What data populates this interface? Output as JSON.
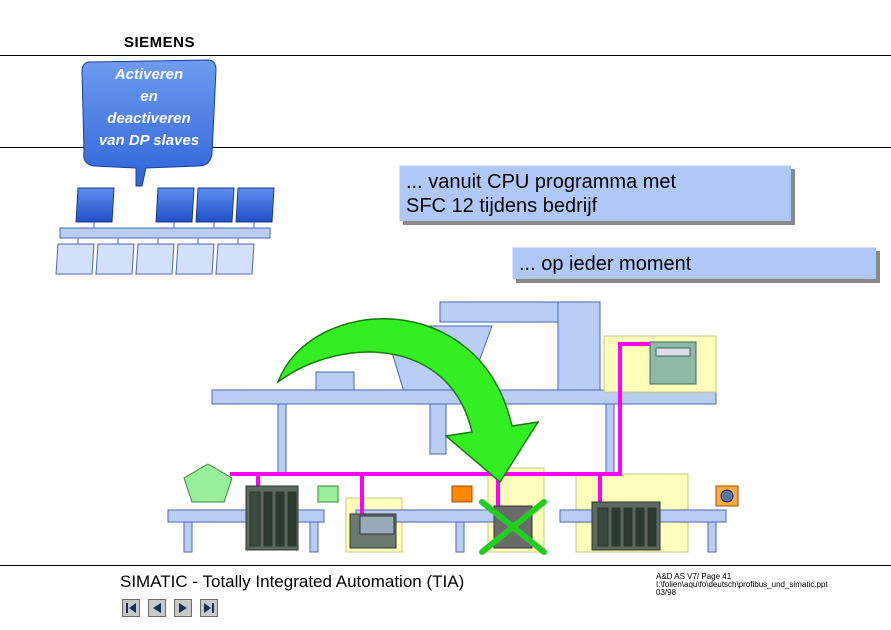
{
  "header": {
    "logo": "SIEMENS"
  },
  "bubble": {
    "lines": [
      "Activeren",
      "en",
      "deactiveren",
      "van DP slaves"
    ]
  },
  "callouts": {
    "first": [
      "... vanuit CPU programma met",
      "SFC 12 tijdens bedrijf"
    ],
    "second": "... op ieder moment"
  },
  "footer": {
    "title": "SIMATIC - Totally Integrated Automation (TIA)",
    "meta": [
      "A&D AS V7/  Page  41",
      "I:\\folien\\aqu\\fo\\deutsch\\profibus_und_simatic.ppt",
      "03/98"
    ]
  },
  "nav": {
    "buttons": [
      "first-slide",
      "previous-slide",
      "next-slide",
      "last-slide"
    ]
  },
  "colors": {
    "bubble_blue": "#4f86e6",
    "callout_blue": "#b0c8f8",
    "device_blue": "#2f6ae0",
    "plant_blue": "#b9ccf4",
    "bus_magenta": "#ff00ff",
    "arrow_green": "#33ee22",
    "cross_green": "#22cc22",
    "cell_yellow": "#ffffbb",
    "orange_box": "#ff8800"
  }
}
